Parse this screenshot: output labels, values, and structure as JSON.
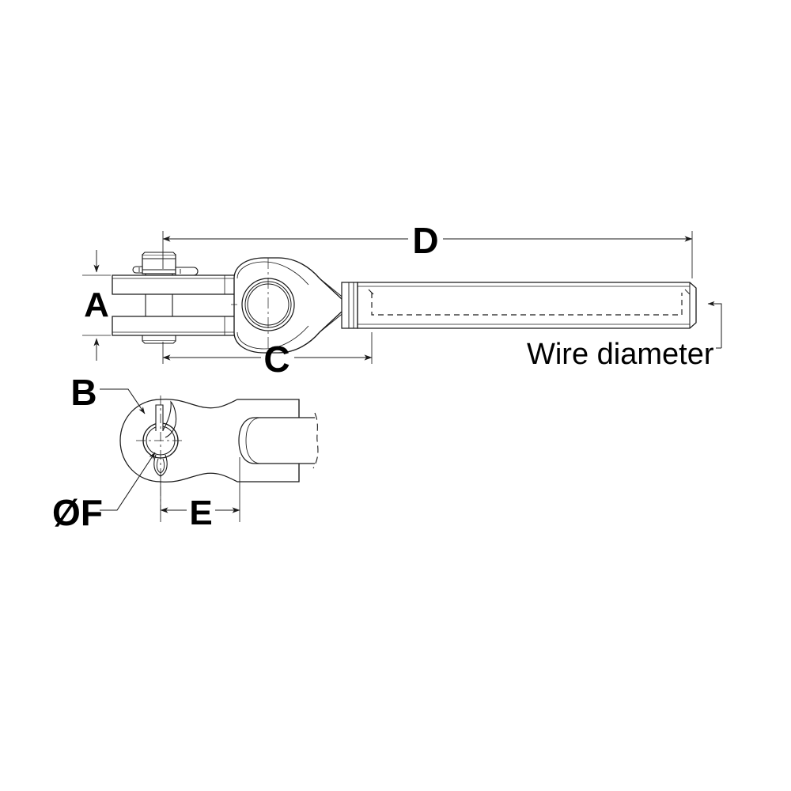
{
  "drawing": {
    "title": "Swage Toggle Terminal Dimensioned Drawing",
    "background_color": "#ffffff",
    "line_color": "#1a1a1a",
    "text_color": "#000000",
    "views": [
      {
        "name": "side-elevation-view",
        "label": ""
      },
      {
        "name": "plan-bottom-view",
        "label": ""
      }
    ]
  },
  "dimensions": {
    "a": {
      "label": "A",
      "description": "jaw opening height",
      "view": "side-elevation-view"
    },
    "b": {
      "label": "B",
      "description": "toggle jaw outer width",
      "view": "plan-bottom-view"
    },
    "c": {
      "label": "C",
      "description": "toggle head length",
      "view": "side-elevation-view"
    },
    "d": {
      "label": "D",
      "description": "overall length",
      "view": "side-elevation-view"
    },
    "e": {
      "label": "E",
      "description": "pin centre to jaw throat",
      "view": "plan-bottom-view"
    },
    "f": {
      "label": "ØF",
      "description": "clevis pin diameter",
      "view": "plan-bottom-view"
    }
  },
  "annotations": {
    "wire_diameter": {
      "label": "Wire diameter",
      "description": "leader pointing to swage tube bore at right end"
    }
  },
  "icons": {
    "arrow": "arrow-head",
    "centerline": "center-line",
    "hidden": "hidden-dashed-line",
    "break": "break-line"
  }
}
